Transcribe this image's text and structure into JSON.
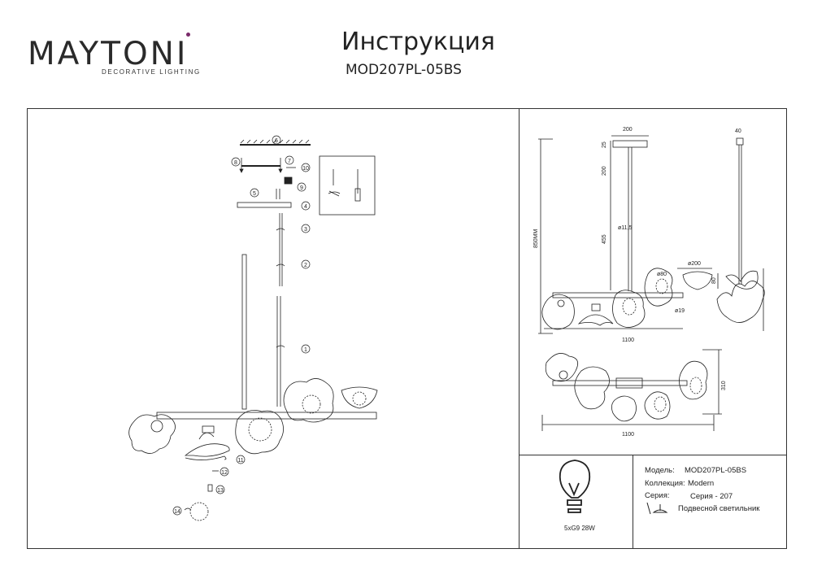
{
  "brand": {
    "logo": "MAYTONI",
    "tagline": "DECORATIVE LIGHTING",
    "accent_color": "#7a2a6a"
  },
  "header": {
    "title": "Инструкция",
    "model_code": "MOD207PL-05BS"
  },
  "assembly_steps": [
    "1",
    "2",
    "3",
    "4",
    "5",
    "6",
    "7",
    "8",
    "9",
    "10",
    "11",
    "12",
    "13",
    "14"
  ],
  "dimensions": {
    "top_width": "200",
    "canopy_h": "25",
    "rod_top": "200",
    "rod_diam": "ø11,5",
    "rod_len": "455",
    "total_h": "850MM",
    "shade_diam": "ø80",
    "shade_top_diam": "ø200",
    "shade_h": "80",
    "arm_diam": "ø19",
    "span_side": "1100",
    "side_width": "40",
    "span_top": "1100",
    "depth_top": "310"
  },
  "lamp": {
    "spec": "5xG9 28W"
  },
  "specs": {
    "model_label": "Модель:",
    "model_value": "MOD207PL-05BS",
    "collection_label": "Коллекция:",
    "collection_value": "Modern",
    "series_label": "Серия:",
    "series_value": "Серия - 207",
    "type_value": "Подвесной светильник"
  }
}
